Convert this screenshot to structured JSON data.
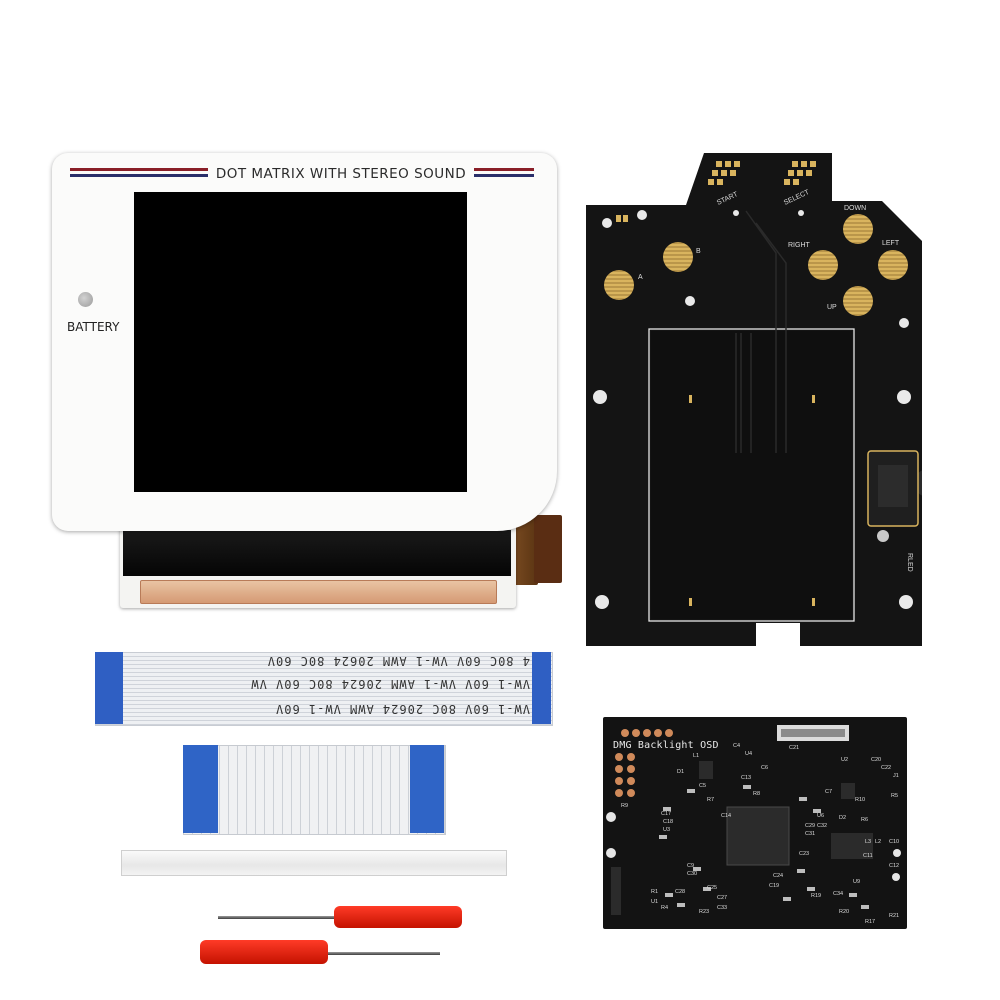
{
  "bezel": {
    "title": "DOT MATRIX WITH STEREO SOUND",
    "battery_label": "BATTERY",
    "stripe_colors": [
      "#8a1f28",
      "#2a2f6a"
    ]
  },
  "ribbon_long": {
    "row1": "4 80C 60V VW-1    AWM 20624 80C 60V",
    "row2": "VW-1  60V VW-1    AWM 20624 80C 60V VW",
    "row3": "VW-1  60V 80C 20624 AWM    VW-1 60V"
  },
  "pcb_main": {
    "labels": [
      "START",
      "SELECT",
      "DOWN",
      "LEFT",
      "RIGHT",
      "UP",
      "A",
      "B",
      "RLED"
    ]
  },
  "osd_board": {
    "title": "DMG Backlight OSD",
    "labels": [
      "C4",
      "U4",
      "L1",
      "D1",
      "C5",
      "C6",
      "R7",
      "R8",
      "C21",
      "U2",
      "C20",
      "C22",
      "J1",
      "D2",
      "C7",
      "R10",
      "R5",
      "R6",
      "L2",
      "R9",
      "C17",
      "C18",
      "U3",
      "L3",
      "C10",
      "C11",
      "C12",
      "C9",
      "C30",
      "U6",
      "C32",
      "C23",
      "C24",
      "C19",
      "C25",
      "C27",
      "C33",
      "R23",
      "R19",
      "R20",
      "R17",
      "R21",
      "U9",
      "C34",
      "R1",
      "U1",
      "R4",
      "C28",
      "C29",
      "C31",
      "C13",
      "C14"
    ]
  },
  "colors": {
    "pcb": "#141414",
    "ribbon_blue": "#2f5fc3",
    "handle_red": "#e4200f",
    "copper": "#d8a079"
  }
}
